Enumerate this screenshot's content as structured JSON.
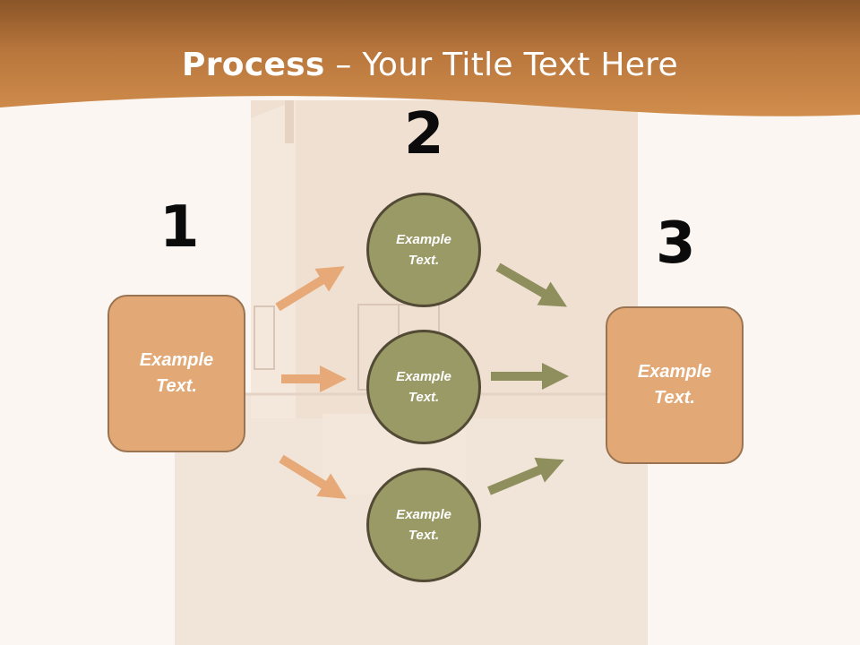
{
  "title": {
    "bold": "Process",
    "rest": " – Your Title Text Here"
  },
  "steps": [
    {
      "number": "1",
      "box": {
        "line1": "Example",
        "line2": "Text."
      }
    },
    {
      "number": "2",
      "circles": [
        {
          "line1": "Example",
          "line2": "Text."
        },
        {
          "line1": "Example",
          "line2": "Text."
        },
        {
          "line1": "Example",
          "line2": "Text."
        }
      ]
    },
    {
      "number": "3",
      "box": {
        "line1": "Example",
        "line2": "Text."
      }
    }
  ],
  "colors": {
    "header_band": "#c77f3c",
    "box_fill": "#e2a977",
    "circle_fill": "#9a9a66",
    "arrow_orange": "#e6a977",
    "arrow_olive": "#8f8f5e"
  }
}
